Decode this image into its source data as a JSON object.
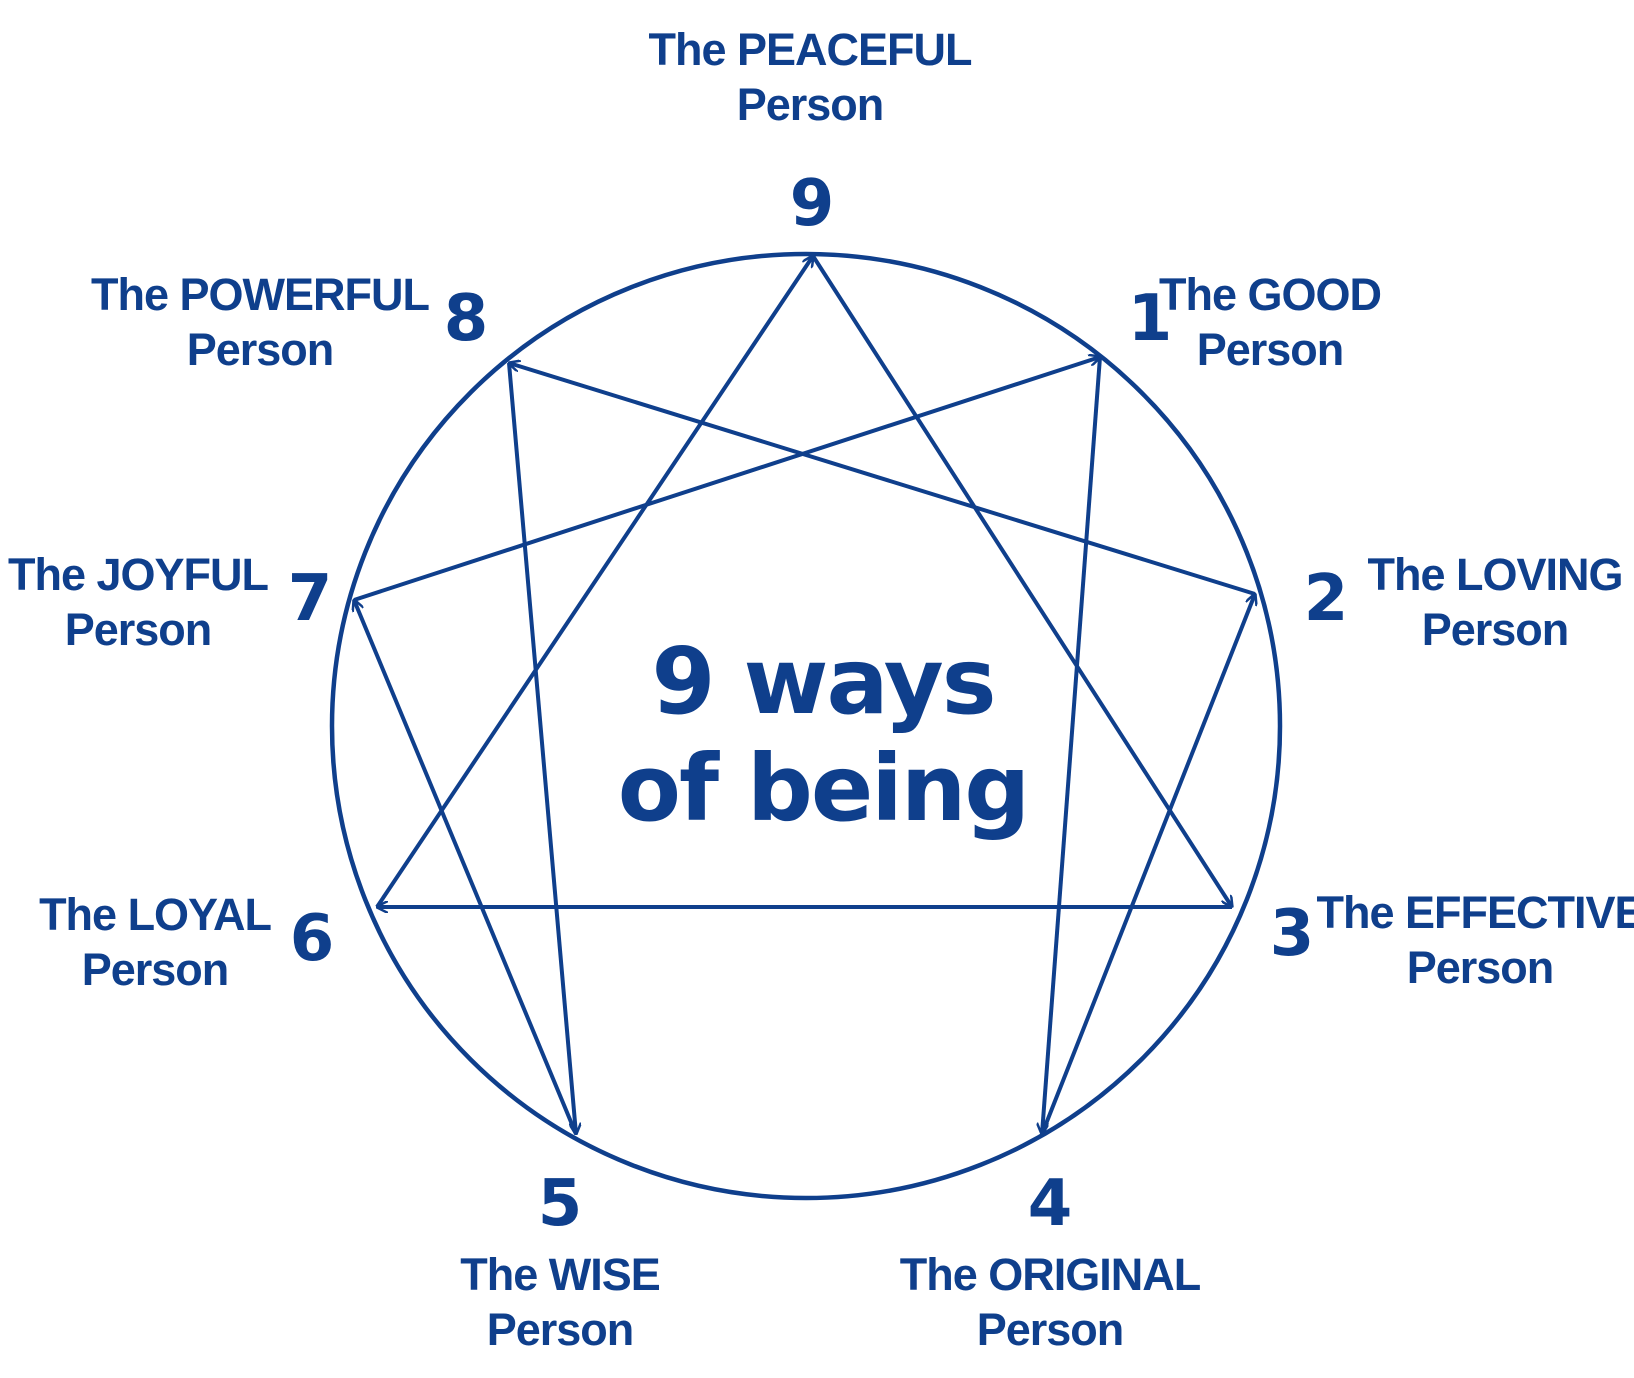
{
  "title_lines": [
    "9 ways",
    "of being"
  ],
  "colors": {
    "ink": "#0f3f8c",
    "background": "#ffffff"
  },
  "points": [
    {
      "num": "1",
      "label": [
        "The GOOD",
        "Person"
      ]
    },
    {
      "num": "2",
      "label": [
        "The LOVING",
        "Person"
      ]
    },
    {
      "num": "3",
      "label": [
        "The EFFECTIVE",
        "Person"
      ]
    },
    {
      "num": "4",
      "label": [
        "The ORIGINAL",
        "Person"
      ]
    },
    {
      "num": "5",
      "label": [
        "The WISE",
        "Person"
      ]
    },
    {
      "num": "6",
      "label": [
        "The LOYAL",
        "Person"
      ]
    },
    {
      "num": "7",
      "label": [
        "The JOYFUL",
        "Person"
      ]
    },
    {
      "num": "8",
      "label": [
        "The POWERFUL",
        "Person"
      ]
    },
    {
      "num": "9",
      "label": [
        "The PEACEFUL",
        "Person"
      ]
    }
  ],
  "arrows": [
    {
      "from": "9",
      "to": "3"
    },
    {
      "from": "3",
      "to": "6"
    },
    {
      "from": "6",
      "to": "9"
    },
    {
      "from": "1",
      "to": "4"
    },
    {
      "from": "4",
      "to": "2"
    },
    {
      "from": "2",
      "to": "8"
    },
    {
      "from": "8",
      "to": "5"
    },
    {
      "from": "5",
      "to": "7"
    },
    {
      "from": "7",
      "to": "1"
    }
  ]
}
